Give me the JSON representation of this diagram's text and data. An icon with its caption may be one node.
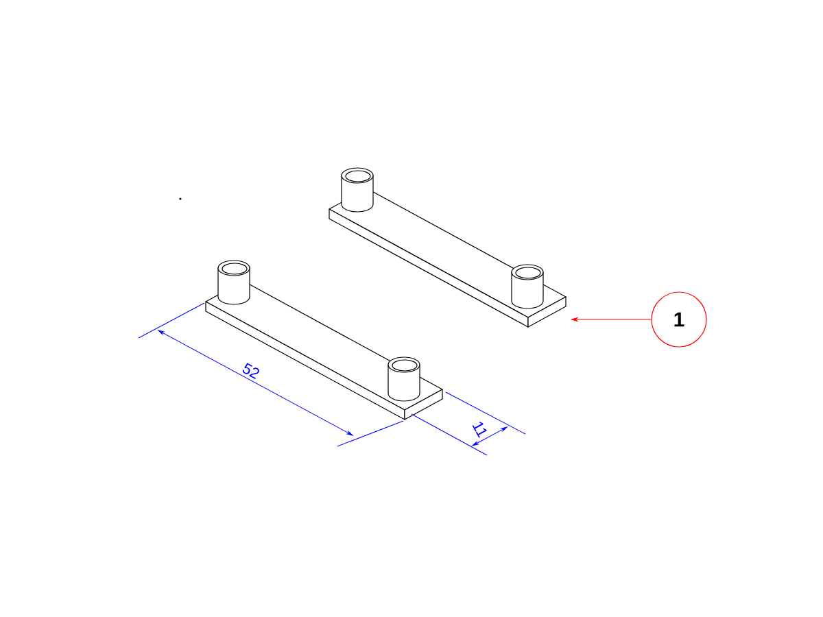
{
  "diagram": {
    "nodes": [
      {
        "text": [
          "1"
        ]
      },
      {
        "text": [],
        "shape": "picture"
      }
    ],
    "edges": [
      {
        "from": 0,
        "to": 1,
        "arrow": "to",
        "color": "#ff0000"
      }
    ],
    "labels": [
      "52",
      "11"
    ]
  }
}
